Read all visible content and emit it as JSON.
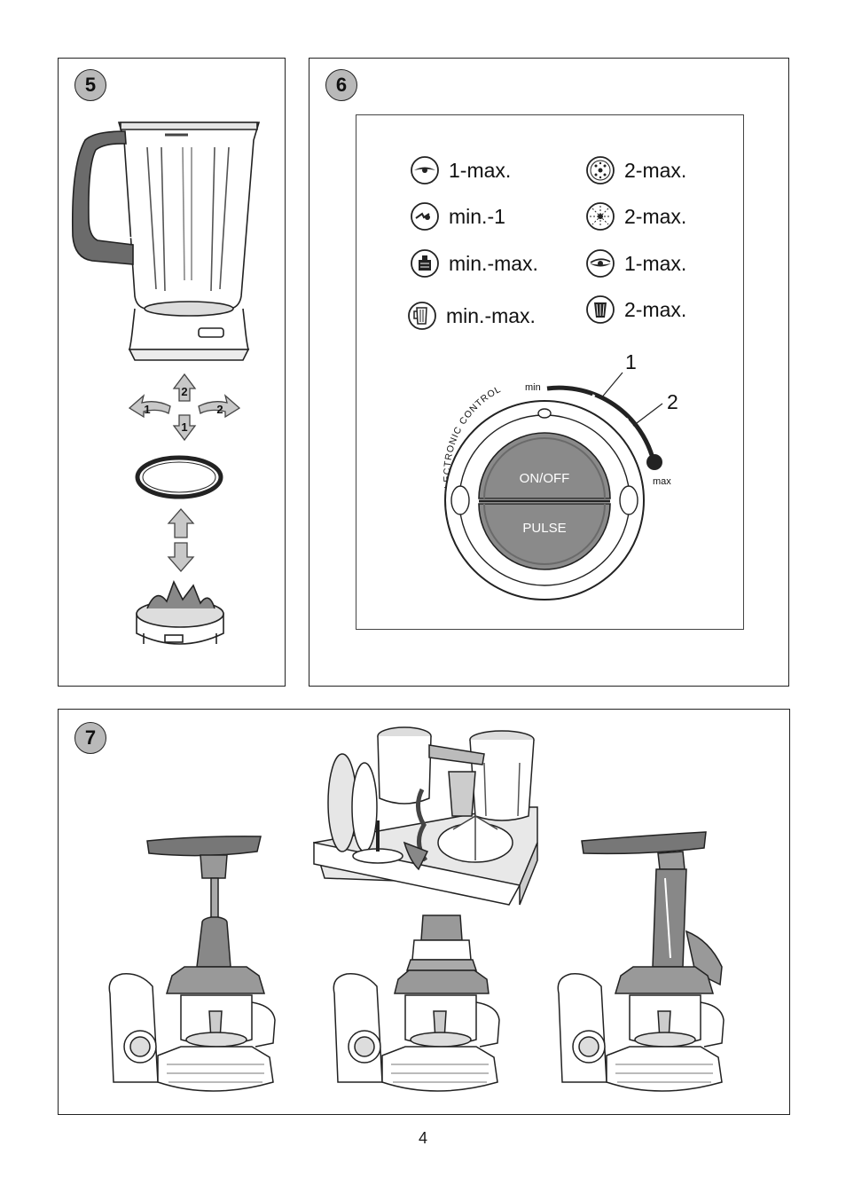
{
  "panels": {
    "step5": {
      "number": "5"
    },
    "step6": {
      "number": "6",
      "speeds_left": [
        {
          "icon": "slicing-disc-icon",
          "label": "1-max."
        },
        {
          "icon": "chopping-blade-icon",
          "label": "min.-1"
        },
        {
          "icon": "citrus-press-icon",
          "label": "min.-max."
        },
        {
          "icon": "blender-jug-icon",
          "label": "min.-max."
        }
      ],
      "speeds_right": [
        {
          "icon": "grating-disc-icon",
          "label": "2-max."
        },
        {
          "icon": "emulsifying-disc-icon",
          "label": "2-max."
        },
        {
          "icon": "shredding-disc-icon",
          "label": "1-max."
        },
        {
          "icon": "juicer-icon",
          "label": "2-max."
        }
      ],
      "dial": {
        "ring_text": "ELECTRONIC CONTROL",
        "min_label": "min",
        "max_label": "max",
        "mark_1": "1",
        "mark_2": "2",
        "on_off_label": "ON/OFF",
        "pulse_label": "PULSE"
      }
    },
    "step7": {
      "number": "7"
    },
    "arrows": {
      "rotate_1": "1",
      "rotate_2": "2",
      "up_2": "2",
      "down_1": "1"
    }
  },
  "page": {
    "number": "4"
  }
}
